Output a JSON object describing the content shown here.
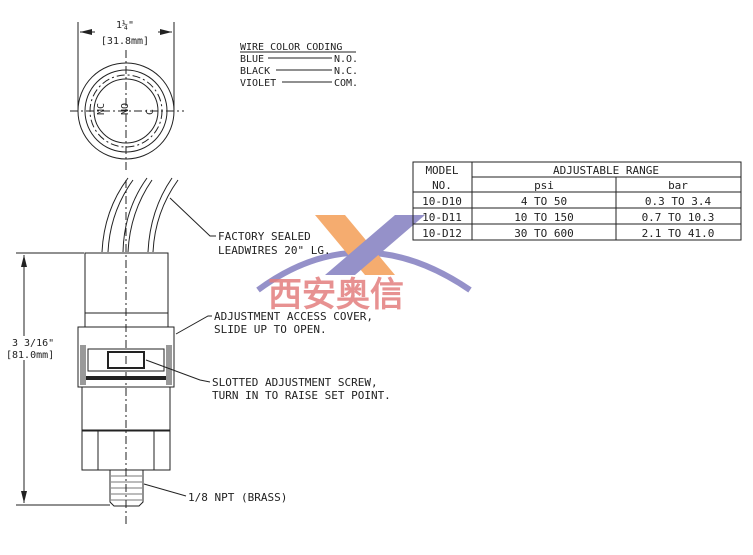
{
  "top_view": {
    "dim_fraction": "1¼\"",
    "dim_mm": "[31.8mm]",
    "pins": [
      "NC",
      "NO",
      "C"
    ]
  },
  "wire_coding": {
    "title": "WIRE COLOR CODING",
    "rows": [
      {
        "color": "BLUE",
        "function": "N.O."
      },
      {
        "color": "BLACK",
        "function": "N.C."
      },
      {
        "color": "VIOLET",
        "function": "COM."
      }
    ]
  },
  "table": {
    "header_model": "MODEL",
    "header_no": "NO.",
    "header_range": "ADJUSTABLE RANGE",
    "col_psi": "psi",
    "col_bar": "bar",
    "rows": [
      {
        "model": "10-D10",
        "psi": "4 TO 50",
        "bar": "0.3 TO 3.4"
      },
      {
        "model": "10-D11",
        "psi": "10 TO 150",
        "bar": "0.7 TO 10.3"
      },
      {
        "model": "10-D12",
        "psi": "30 TO 600",
        "bar": "2.1 TO 41.0"
      }
    ]
  },
  "side_view": {
    "dim_fraction": "3 3/16\"",
    "dim_mm": "[81.0mm]"
  },
  "callouts": {
    "leadwires_1": "FACTORY SEALED",
    "leadwires_2": "LEADWIRES 20\" LG.",
    "cover_1": "ADJUSTMENT ACCESS COVER,",
    "cover_2": "SLIDE UP TO OPEN.",
    "screw_1": "SLOTTED ADJUSTMENT SCREW,",
    "screw_2": "TURN IN TO RAISE SET POINT.",
    "npt": "1/8 NPT (BRASS)"
  },
  "watermark": {
    "text": "西安奥信",
    "colors": {
      "orange": "#f4a460",
      "purple": "#8a86c4",
      "red": "#e07070"
    }
  }
}
